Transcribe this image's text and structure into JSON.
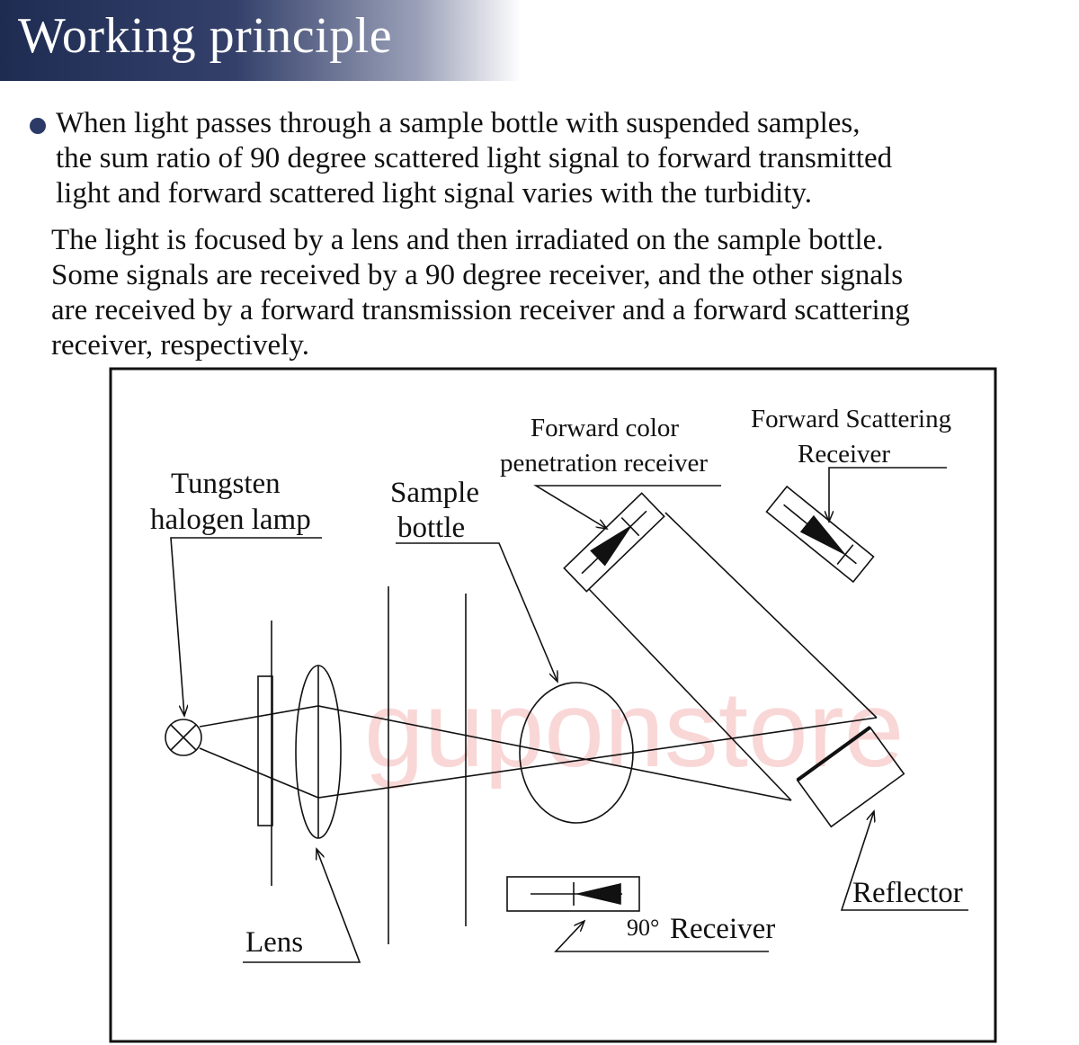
{
  "header": {
    "title": "Working principle"
  },
  "intro": {
    "lines": [
      "When light passes through a sample bottle with suspended samples,",
      "the sum ratio of 90 degree scattered light signal to forward transmitted",
      "light and forward scattered light signal varies with the turbidity."
    ]
  },
  "detail": {
    "lines": [
      "The light is focused by a lens and then irradiated on the sample bottle.",
      "Some signals are received by a 90 degree receiver, and the other signals",
      "are received by a forward transmission receiver and a forward scattering",
      "receiver, respectively."
    ]
  },
  "diagram": {
    "labels": {
      "lamp_1": "Tungsten",
      "lamp_2": "halogen lamp",
      "sample_1": "Sample",
      "sample_2": "bottle",
      "fcp_1": "Forward color",
      "fcp_2": "penetration receiver",
      "fsr_1": "Forward Scattering",
      "fsr_2": "Receiver",
      "lens": "Lens",
      "reflector": "Reflector",
      "receiver90_deg": "90°",
      "receiver90_text": "Receiver"
    },
    "watermark": "guponstore",
    "colors": {
      "ink": "#111111",
      "watermark": "#f2a7a7",
      "banner": "#1e2c52"
    }
  }
}
